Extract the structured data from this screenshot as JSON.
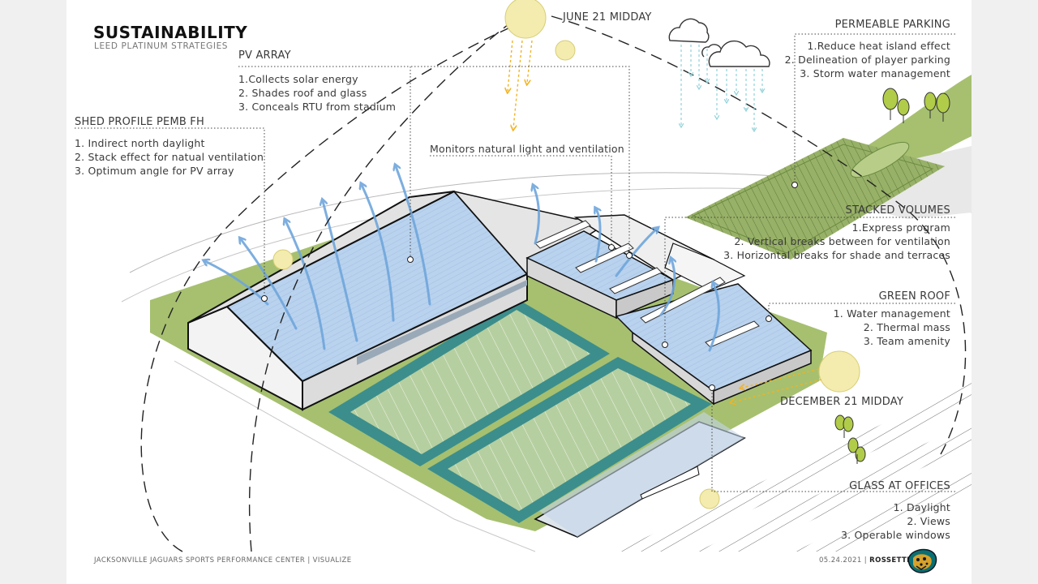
{
  "header": {
    "title": "SUSTAINABILITY",
    "subtitle": "LEED PLATINUM STRATEGIES"
  },
  "annotations": {
    "pv_array": {
      "heading": "PV ARRAY",
      "items": [
        "1.Collects solar energy",
        "2. Shades roof and glass",
        "3. Conceals RTU from stadium"
      ]
    },
    "shed_profile": {
      "heading": "SHED PROFILE PEMB FH",
      "items": [
        "1. Indirect north daylight",
        "2. Stack effect for natual ventilation",
        "3. Optimum angle for PV array"
      ]
    },
    "monitors": {
      "heading": "Monitors natural light and ventilation"
    },
    "june": {
      "heading": "JUNE 21 MIDDAY"
    },
    "december": {
      "heading": "DECEMBER 21 MIDDAY"
    },
    "permeable_parking": {
      "heading": "PERMEABLE PARKING",
      "items": [
        "1.Reduce heat island effect",
        "2. Delineation of player parking",
        "3. Storm water management"
      ]
    },
    "stacked_volumes": {
      "heading": "STACKED VOLUMES",
      "items": [
        "1.Express program",
        "2. Vertical breaks between for ventilation",
        "3. Horizontal breaks for shade and terraces"
      ]
    },
    "green_roof": {
      "heading": "GREEN ROOF",
      "items": [
        "1. Water management",
        "2. Thermal mass",
        "3. Team amenity"
      ]
    },
    "glass_offices": {
      "heading": "GLASS AT OFFICES",
      "items": [
        "1. Daylight",
        "2. Views",
        "3. Operable windows"
      ]
    }
  },
  "footer": {
    "project": "JACKSONVILLE JAGUARS SPORTS PERFORMANCE CENTER  |  VISUALIZE",
    "date": "05.24.2021",
    "separator": "|",
    "firm": "ROSSETTI",
    "separator2": "|"
  },
  "icons": [
    "sun-icon",
    "cloud-icon",
    "tree-icon",
    "jaguars-logo-icon"
  ],
  "colors": {
    "roof_blue": "#b9d2ee",
    "airflow_blue": "#6fa6dc",
    "sun_yellow": "#f3ecae",
    "sun_ray": "#f2b320",
    "rain_blue": "#8fd1d8",
    "grass": "#a6c070",
    "field_green": "#b6cfa0",
    "field_border": "#3c8e8c"
  }
}
